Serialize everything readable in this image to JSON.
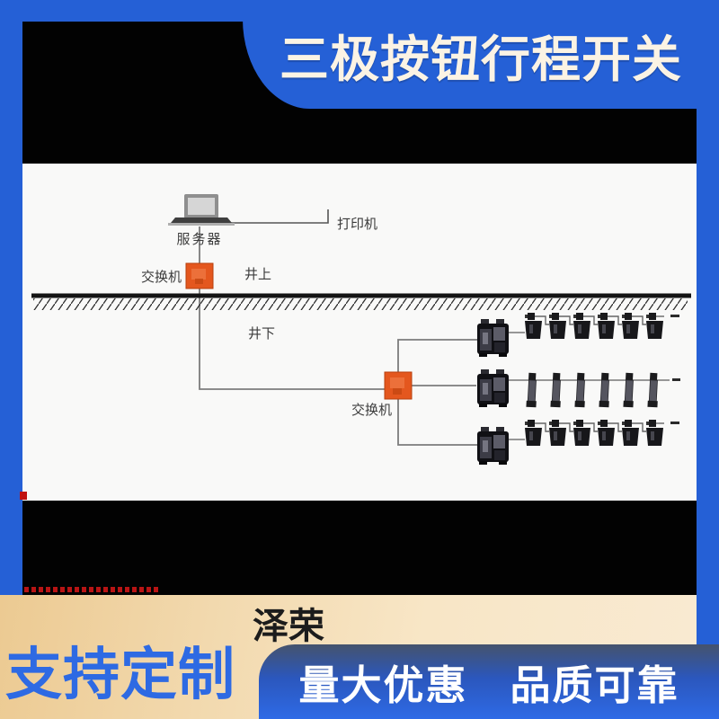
{
  "colors": {
    "frame_blue": "#2560d6",
    "banner_text": "#fbf3e4",
    "switch_orange": "#e4571e",
    "cream": "#f6e2c0",
    "customize_blue": "#2e6ae3",
    "watermark_red": "#b81414"
  },
  "banner": {
    "title": "三极按钮行程开关"
  },
  "diagram": {
    "labels": {
      "server": "服务器",
      "printer": "打印机",
      "switch_top": "交换机",
      "above_ground": "井上",
      "below_ground": "井下",
      "switch_bottom": "交换机"
    },
    "rows": [
      {
        "kind": "chain",
        "devices": 6
      },
      {
        "kind": "hanging",
        "devices": 6
      },
      {
        "kind": "chain",
        "devices": 6
      }
    ]
  },
  "footer": {
    "brand": "泽荣",
    "customize": "支持定制",
    "promo": "量大优惠　品质可靠"
  }
}
